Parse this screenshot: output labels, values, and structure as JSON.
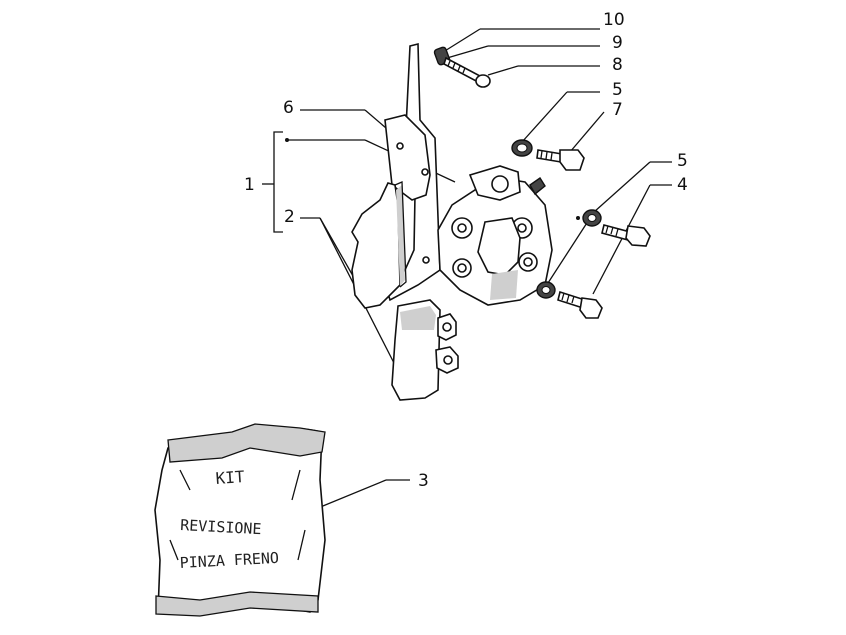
{
  "callouts": {
    "c1": "1",
    "c2": "2",
    "c3": "3",
    "c4": "4",
    "c5a": "5",
    "c5b": "5",
    "c6": "6",
    "c7": "7",
    "c8": "8",
    "c9": "9",
    "c10": "10"
  },
  "kit_bag": {
    "line1": "KIT",
    "line2": "REVISIONE",
    "line3": "PINZA FRENO"
  }
}
